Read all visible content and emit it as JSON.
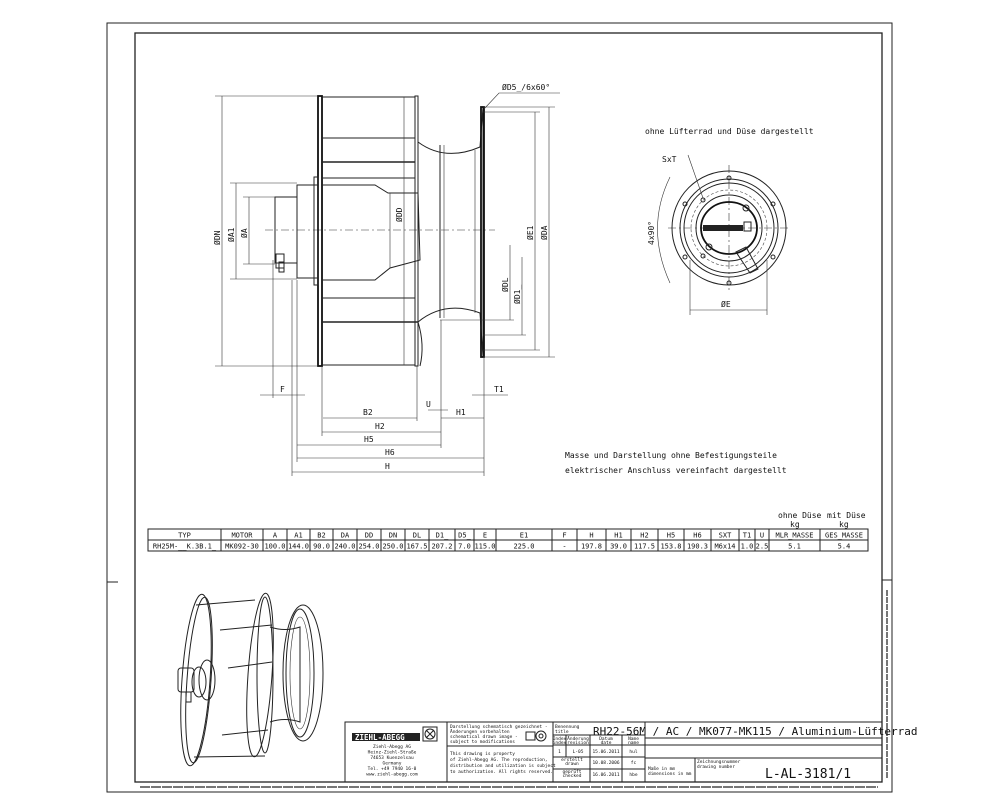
{
  "drawing": {
    "labels": {
      "d5": "ØD5_/6x60°",
      "dn": "ØDN",
      "a1": "ØA1",
      "a": "ØA",
      "dd": "ØDD",
      "e1": "ØE1",
      "da": "ØDA",
      "dl": "ØDL",
      "d1": "ØD1_",
      "f": "F",
      "t1": "T1",
      "u": "U",
      "b2": "B2",
      "h1": "H1",
      "h2": "H2",
      "h5": "H5",
      "h6": "H6",
      "h": "H",
      "sxt": "SxT",
      "angle": "4x90°",
      "e": "ØE"
    },
    "view_note": "ohne Lüfterrad und Düse dargestellt",
    "notes": [
      "Masse und Darstellung ohne Befestigungsteile",
      "elektrischer Anschluss vereinfacht dargestellt"
    ]
  },
  "table": {
    "mass_headers": {
      "without": "ohne Düse",
      "with": "mit Düse",
      "unit": "kg"
    },
    "columns": [
      "TYP",
      "MOTOR",
      "A",
      "A1",
      "B2",
      "DA",
      "DD",
      "DN",
      "DL",
      "D1_",
      "D5_",
      "E",
      "E1",
      "F",
      "H",
      "H1",
      "H2",
      "H5",
      "H6",
      "SXT",
      "T1",
      "U",
      "MLR_MASSE",
      "GES_MASSE"
    ],
    "rows": [
      [
        "RH25M-__K.3B.1_",
        "MK092-30",
        "100.0",
        "144.0",
        "90.0",
        "240.0",
        "254.0",
        "250.0",
        "167.5",
        "207.2",
        "7.0",
        "115.0",
        "225.0",
        "-",
        "197.8",
        "39.0",
        "117.5",
        "153.8",
        "190.3",
        "M6x14",
        "1.0",
        "2.5",
        "5.1",
        "5.4"
      ]
    ]
  },
  "title_block": {
    "company_logo": "ZIEHL-ABEGG",
    "address": [
      "Ziehl-Abegg AG",
      "Heinz-Ziehl-Straße",
      "74653 Kuenzelsau",
      "Germany",
      "Tel. +49 7940 16-0",
      "www.ziehl-abegg.com"
    ],
    "schematic_note": [
      "Darstellung schematisch gezeichnet -",
      "Änderungen vorbehalten",
      "schematical drawn image -",
      "subject to modifications"
    ],
    "property_note": [
      "This drawing is property",
      "of Ziehl-Abegg AG. The reproduction,",
      "distribution and utilization is subject",
      "to authorization. All rights reserved."
    ],
    "title_label": [
      "Benennung",
      "title"
    ],
    "title": "RH22-56M / AC / MK077-MK115 / Aluminium-Lüfterrad",
    "revision_headers": [
      [
        "Index",
        "index"
      ],
      [
        "Änderung",
        "revision"
      ],
      [
        "Datum",
        "date"
      ],
      [
        "Name",
        "name"
      ]
    ],
    "revision_row": [
      "1",
      "L-05",
      "15.06.2011",
      "hul"
    ],
    "created_label": [
      "erstellt",
      "drawn"
    ],
    "created": [
      "10.08.2006",
      "fc"
    ],
    "checked_label": [
      "geprüft",
      "checked"
    ],
    "checked": [
      "16.06.2011",
      "hbe"
    ],
    "units": [
      "Maße in mm",
      "dimensions in mm"
    ],
    "drawing_number_label": [
      "Zeichnungsnummer",
      "drawing number"
    ],
    "drawing_number": "L-AL-3181/1"
  }
}
